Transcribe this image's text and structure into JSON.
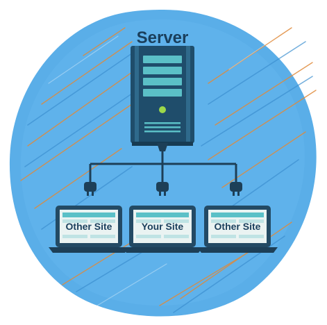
{
  "diagram": {
    "server_label": "Server",
    "laptops": [
      {
        "label": "Other Site"
      },
      {
        "label": "Your Site"
      },
      {
        "label": "Other Site"
      }
    ]
  },
  "colors": {
    "background_blob": "#5aaee8",
    "scribble_orange": "#e08a3a",
    "server_body": "#1f4d6b",
    "server_panel": "#5bc0c7",
    "server_light": "#9cd84a",
    "connector": "#1d3f57",
    "laptop_frame": "#234a64",
    "laptop_screen": "#eaf3f2",
    "label_text": "#1a3f5c"
  }
}
